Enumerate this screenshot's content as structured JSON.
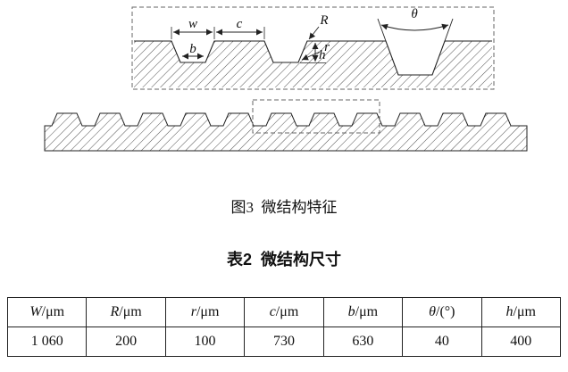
{
  "figure": {
    "caption": "图3  微结构特征",
    "labels": {
      "w": "w",
      "c": "c",
      "R": "R",
      "r": "r",
      "h": "h",
      "b": "b",
      "theta": "θ"
    }
  },
  "table": {
    "title": "表2  微结构尺寸",
    "headers": [
      {
        "var": "W",
        "unit": "/μm"
      },
      {
        "var": "R",
        "unit": "/μm"
      },
      {
        "var": "r",
        "unit": "/μm"
      },
      {
        "var": "c",
        "unit": "/μm"
      },
      {
        "var": "b",
        "unit": "/μm"
      },
      {
        "var": "θ",
        "unit": "/(°)"
      },
      {
        "var": "h",
        "unit": "/μm"
      }
    ],
    "values": [
      "1 060",
      "200",
      "100",
      "730",
      "630",
      "40",
      "400"
    ]
  }
}
